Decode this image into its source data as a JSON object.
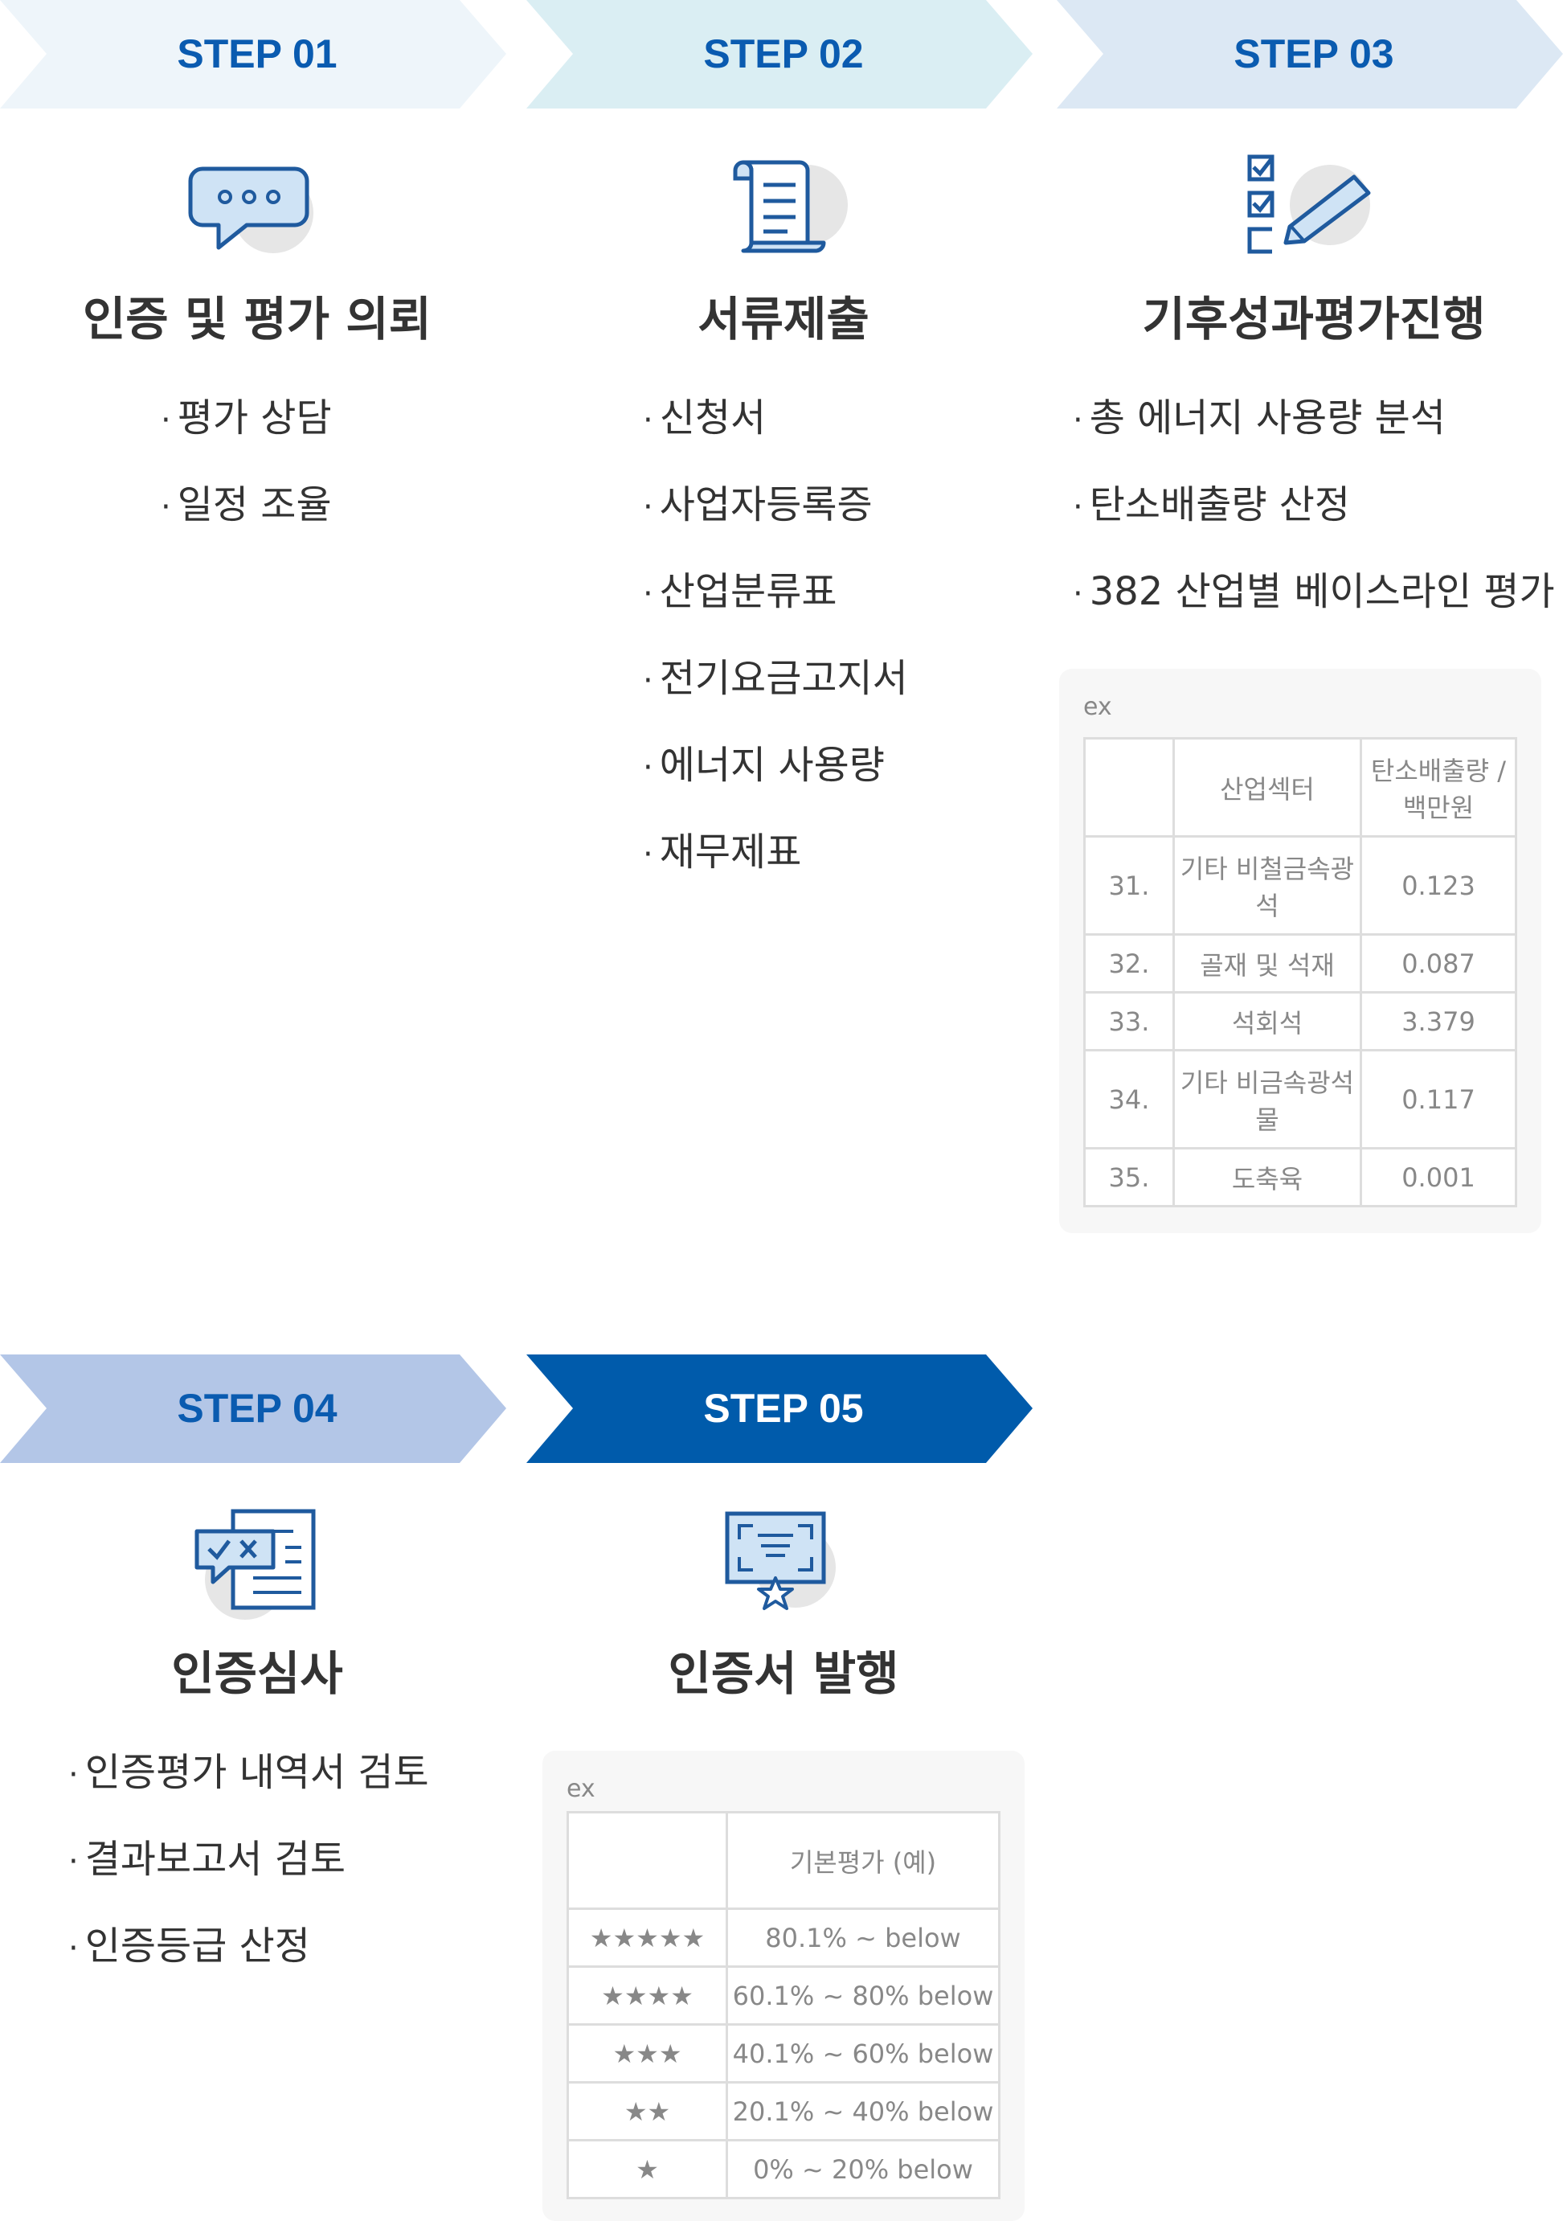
{
  "steps": [
    {
      "label": "STEP 01",
      "title": "인증 및 평가 의뢰",
      "items": [
        "평가 상담",
        "일정 조율"
      ]
    },
    {
      "label": "STEP 02",
      "title": "서류제출",
      "items": [
        "신청서",
        "사업자등록증",
        "산업분류표",
        "전기요금고지서",
        "에너지 사용량",
        "재무제표"
      ]
    },
    {
      "label": "STEP 03",
      "title": "기후성과평가진행",
      "items": [
        "총 에너지 사용량 분석",
        "탄소배출량 산정",
        "382 산업별 베이스라인 평가"
      ],
      "example": {
        "ex_label": "ex",
        "headers": [
          "",
          "산업섹터",
          "탄소배출량 / 백만원"
        ],
        "rows": [
          [
            "31.",
            "기타 비철금속광석",
            "0.123"
          ],
          [
            "32.",
            "골재 및 석재",
            "0.087"
          ],
          [
            "33.",
            "석회석",
            "3.379"
          ],
          [
            "34.",
            "기타 비금속광석물",
            "0.117"
          ],
          [
            "35.",
            "도축육",
            "0.001"
          ]
        ]
      }
    },
    {
      "label": "STEP 04",
      "title": "인증심사",
      "items": [
        "인증평가 내역서 검토",
        "결과보고서 검토",
        "인증등급 산정"
      ]
    },
    {
      "label": "STEP 05",
      "title": "인증서 발행",
      "example": {
        "ex_label": "ex",
        "headers": [
          "",
          "기본평가 (예)"
        ],
        "rows": [
          [
            "★★★★★",
            "80.1% ~ below"
          ],
          [
            "★★★★",
            "60.1% ~ 80% below"
          ],
          [
            "★★★",
            "40.1% ~ 60% below"
          ],
          [
            "★★",
            "20.1% ~ 40% below"
          ],
          [
            "★",
            "0% ~ 20% below"
          ]
        ]
      }
    }
  ],
  "icons": [
    "chat-bubble-icon",
    "document-scroll-icon",
    "checklist-pencil-icon",
    "review-document-icon",
    "certificate-icon"
  ],
  "colors": {
    "step1_banner": "#eef5fa",
    "step2_banner": "#daeef3",
    "step3_banner": "#dce8f4",
    "step4_banner": "#b3c6e7",
    "step5_banner": "#005bab",
    "label_blue": "#0a5bb0",
    "text_dark": "#333333",
    "icon_blue": "#1f5a9e",
    "icon_light": "#cfe3f5"
  }
}
